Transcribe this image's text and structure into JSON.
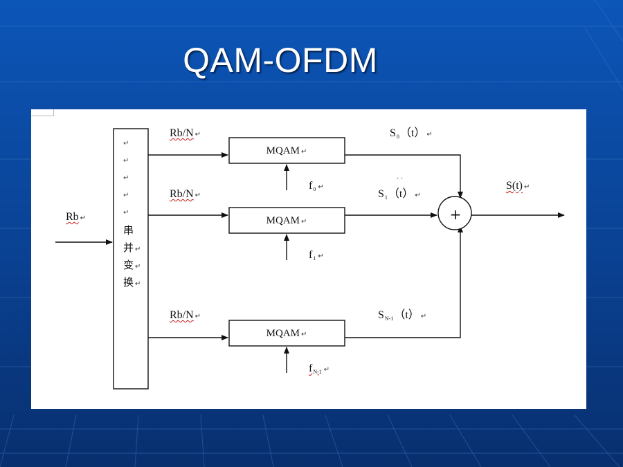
{
  "slide": {
    "title": "QAM-OFDM",
    "background_color": "#0a3f8c"
  },
  "diagram": {
    "input_label": "Rb",
    "serial_parallel": {
      "chars": [
        "串",
        "并",
        "变",
        "换"
      ],
      "return_marks": [
        "↵",
        "↵",
        "↵",
        "↵",
        "↵"
      ]
    },
    "rate_labels": [
      "Rb/N",
      "Rb/N",
      "Rb/N"
    ],
    "modulator_label": "MQAM",
    "carriers": [
      {
        "base": "f",
        "sub": "0"
      },
      {
        "base": "f",
        "sub": "1"
      },
      {
        "base": "f",
        "sub": "N-1"
      }
    ],
    "branch_outputs": [
      {
        "base": "S",
        "sub": "0",
        "arg": "（t）"
      },
      {
        "base": "S",
        "sub": "1",
        "arg": "（t）"
      },
      {
        "base": "S",
        "sub": "N-1",
        "arg": "（t）"
      }
    ],
    "ellipsis": "· ·",
    "summer_symbol": "+",
    "output_label": "S(t)",
    "return_mark": "↵"
  }
}
